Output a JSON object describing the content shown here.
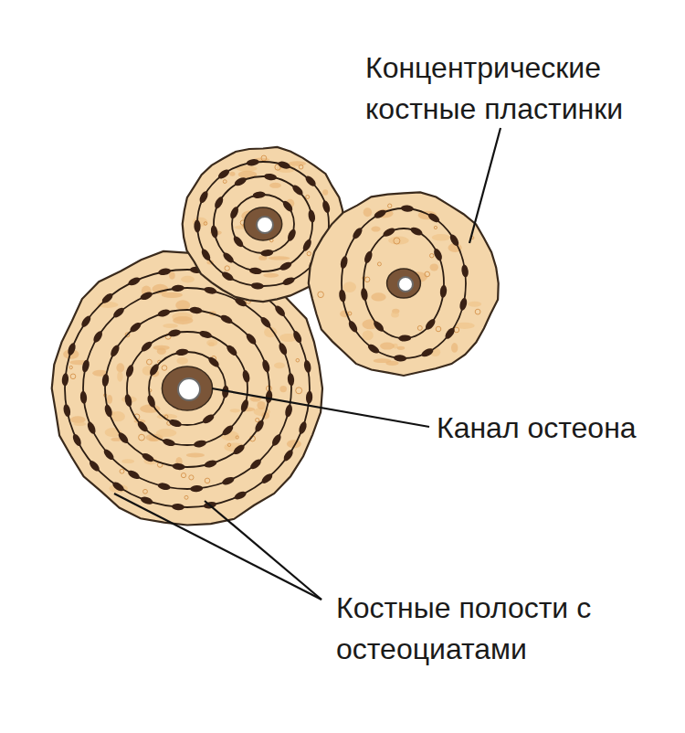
{
  "diagram": {
    "labels": [
      "Концентрические костные пластинки",
      "Канал остеона",
      "Костные полости с остеоциатами"
    ]
  }
}
